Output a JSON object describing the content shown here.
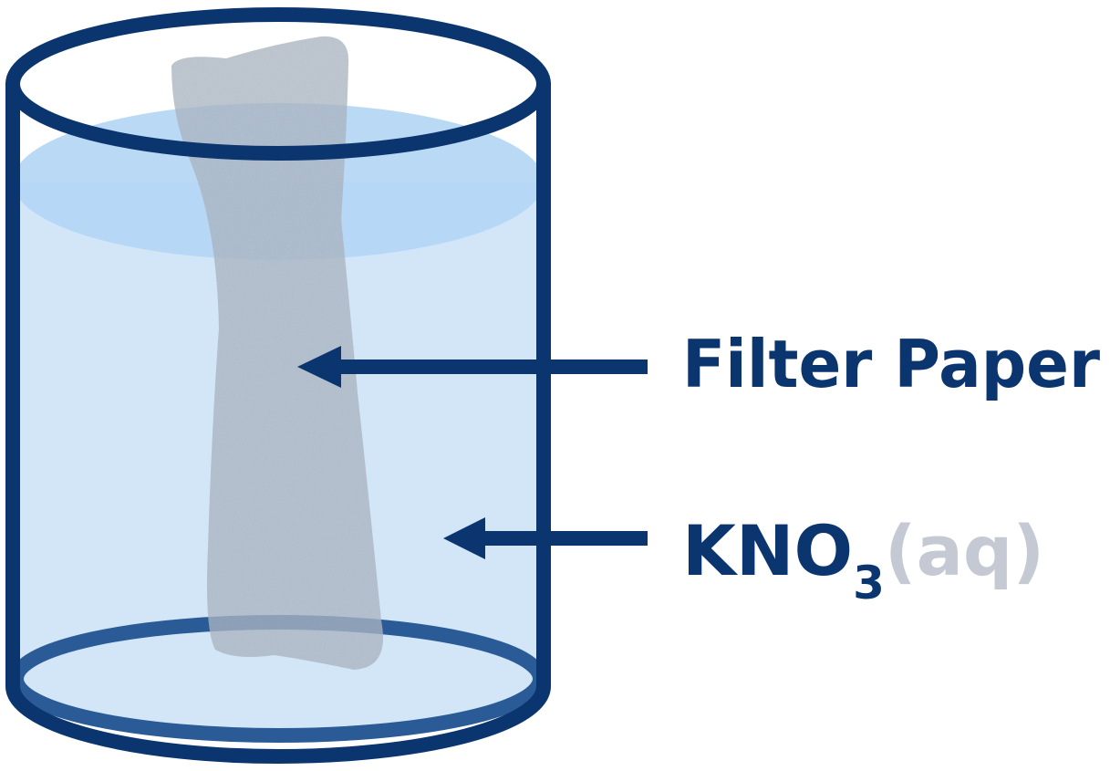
{
  "labels": {
    "filter_paper": "Filter Paper",
    "solution_formula": "KNO",
    "solution_subscript": "3",
    "solution_state": "(aq)"
  },
  "colors": {
    "outline": "#0b356e",
    "liquid": "#d2e6f8",
    "liquid_surface": "#b3d5f4",
    "bottom_ring": "#2a5b96",
    "paper": "#a8b4c2",
    "state_text": "#c5c9d3"
  }
}
